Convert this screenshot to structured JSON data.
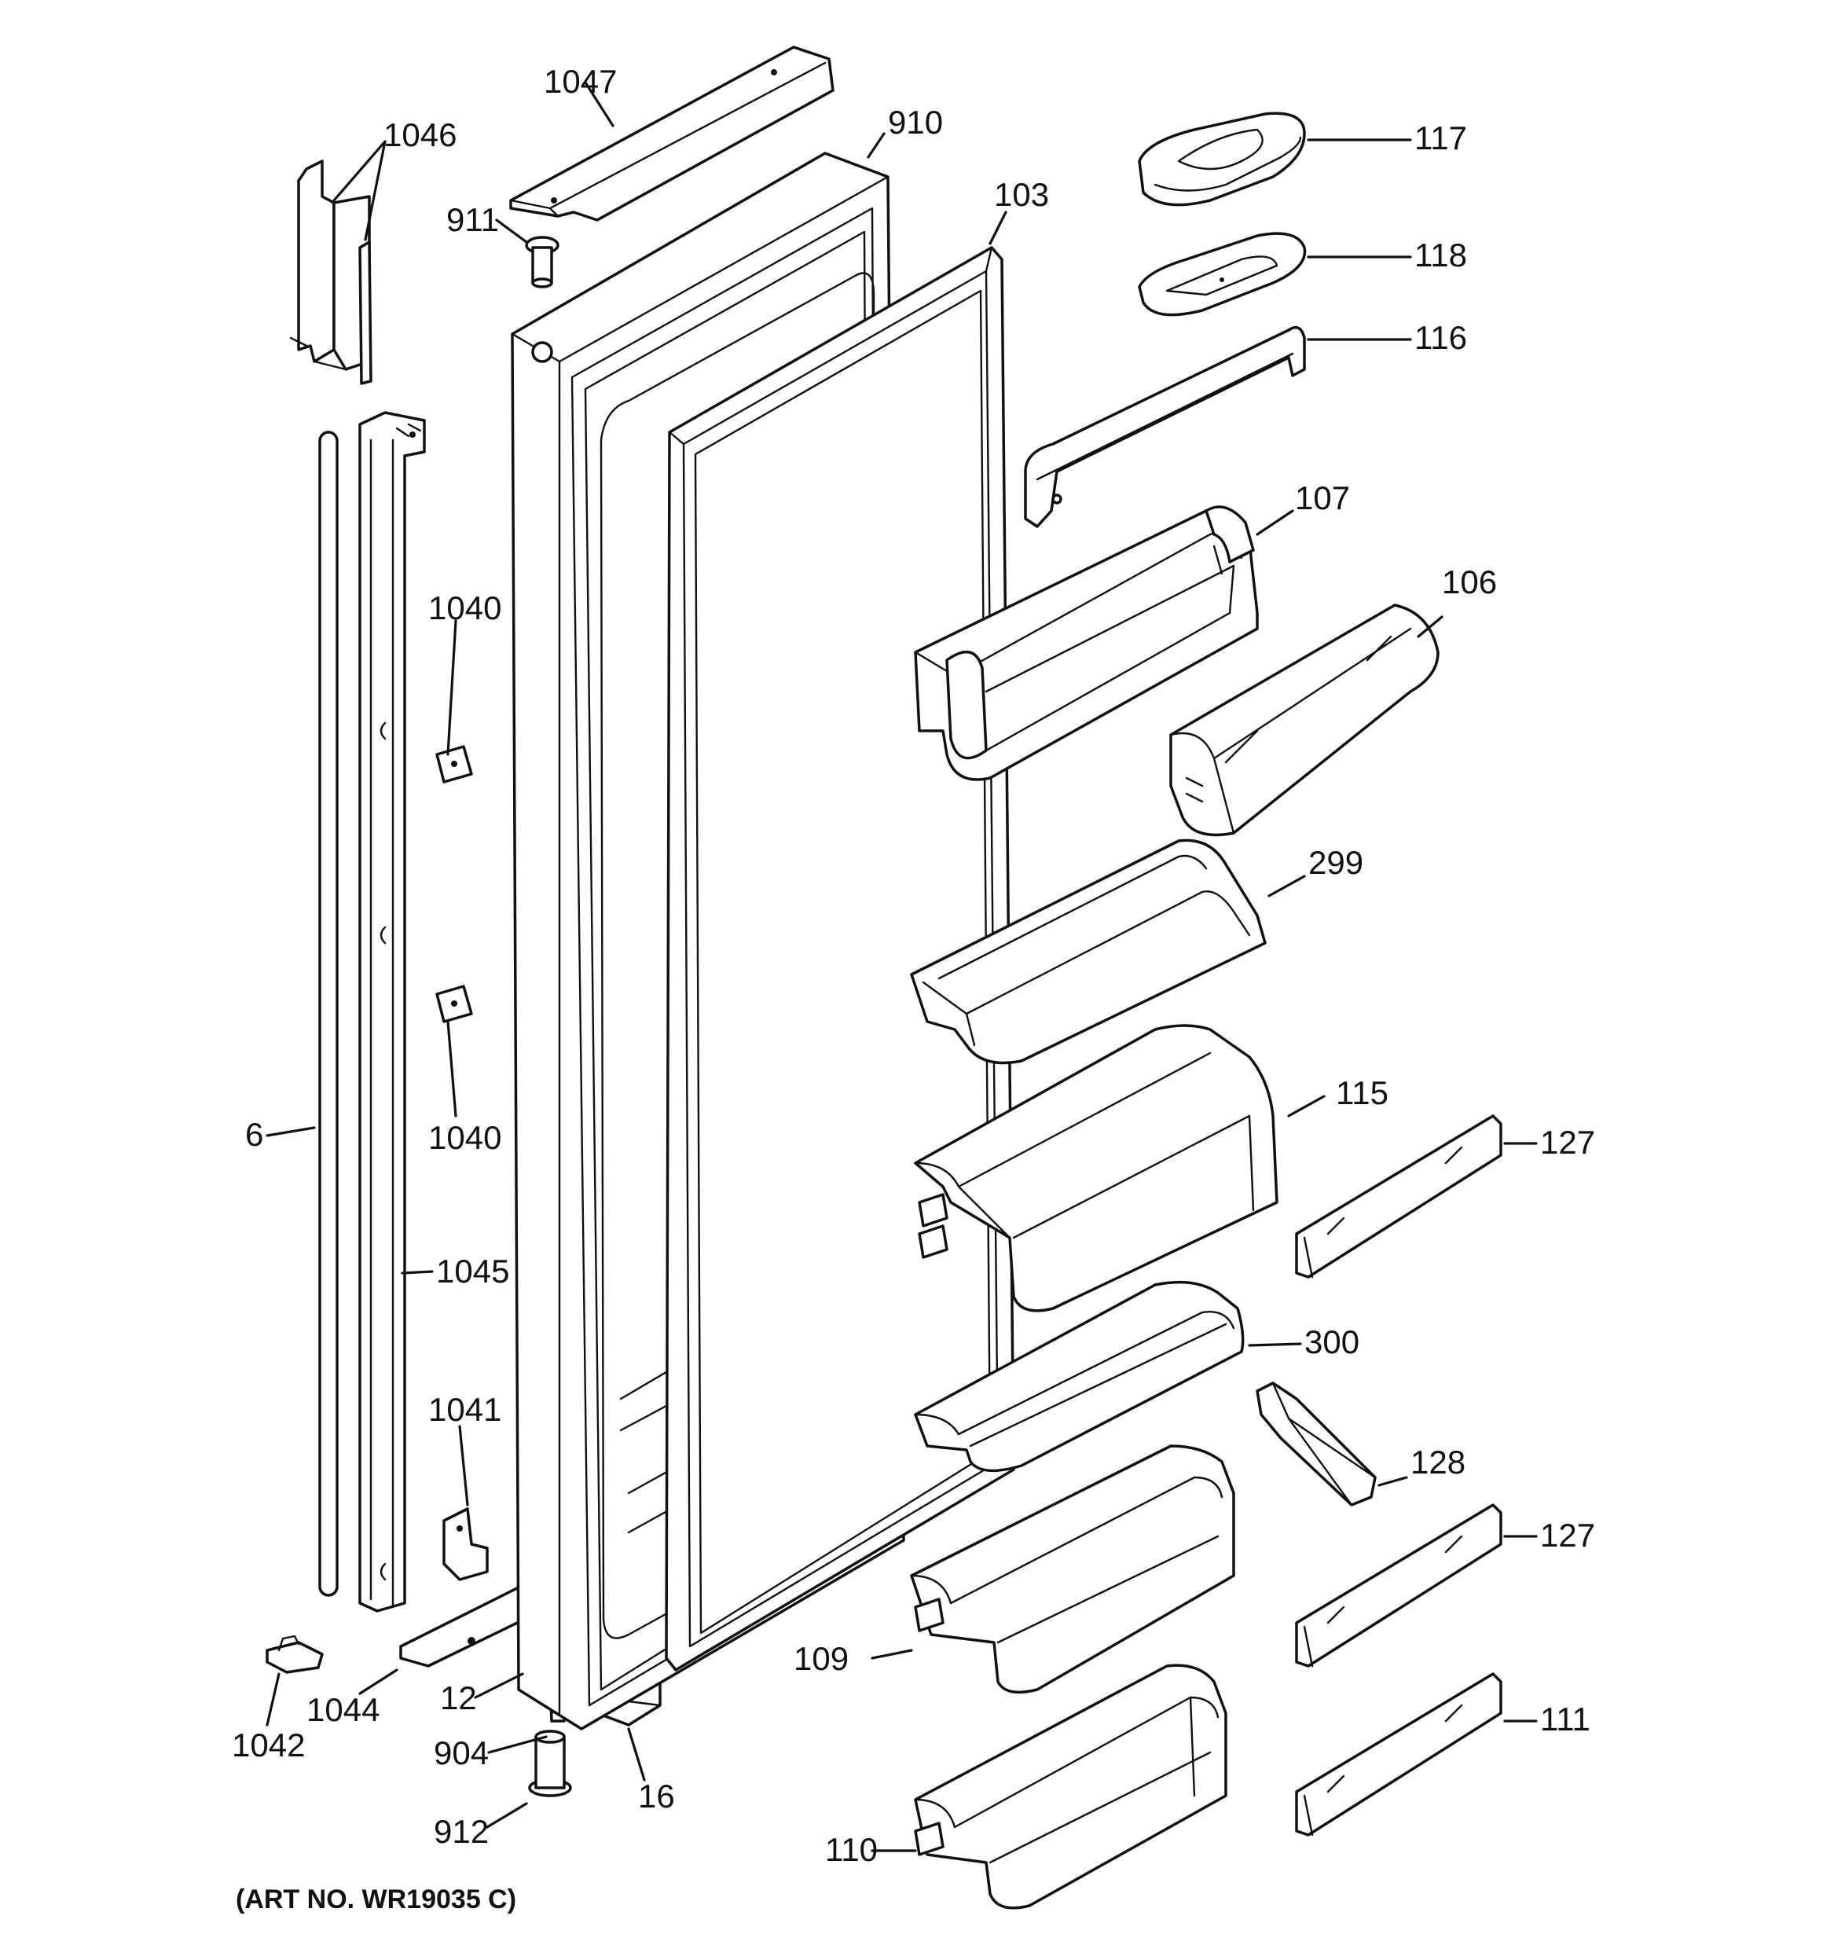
{
  "callouts": [
    {
      "id": "1047",
      "label": "1047"
    },
    {
      "id": "1046",
      "label": "1046"
    },
    {
      "id": "910",
      "label": "910"
    },
    {
      "id": "911",
      "label": "911"
    },
    {
      "id": "103",
      "label": "103"
    },
    {
      "id": "117",
      "label": "117"
    },
    {
      "id": "118",
      "label": "118"
    },
    {
      "id": "116",
      "label": "116"
    },
    {
      "id": "107",
      "label": "107"
    },
    {
      "id": "106",
      "label": "106"
    },
    {
      "id": "1040a",
      "label": "1040"
    },
    {
      "id": "1040b",
      "label": "1040"
    },
    {
      "id": "299",
      "label": "299"
    },
    {
      "id": "115",
      "label": "115"
    },
    {
      "id": "127a",
      "label": "127"
    },
    {
      "id": "6",
      "label": "6"
    },
    {
      "id": "1045",
      "label": "1045"
    },
    {
      "id": "300",
      "label": "300"
    },
    {
      "id": "1041",
      "label": "1041"
    },
    {
      "id": "128",
      "label": "128"
    },
    {
      "id": "127b",
      "label": "127"
    },
    {
      "id": "109",
      "label": "109"
    },
    {
      "id": "12",
      "label": "12"
    },
    {
      "id": "1044",
      "label": "1044"
    },
    {
      "id": "1042",
      "label": "1042"
    },
    {
      "id": "904",
      "label": "904"
    },
    {
      "id": "111",
      "label": "111"
    },
    {
      "id": "16",
      "label": "16"
    },
    {
      "id": "912",
      "label": "912"
    },
    {
      "id": "110",
      "label": "110"
    }
  ],
  "art_number": "(ART NO. WR19035 C)"
}
